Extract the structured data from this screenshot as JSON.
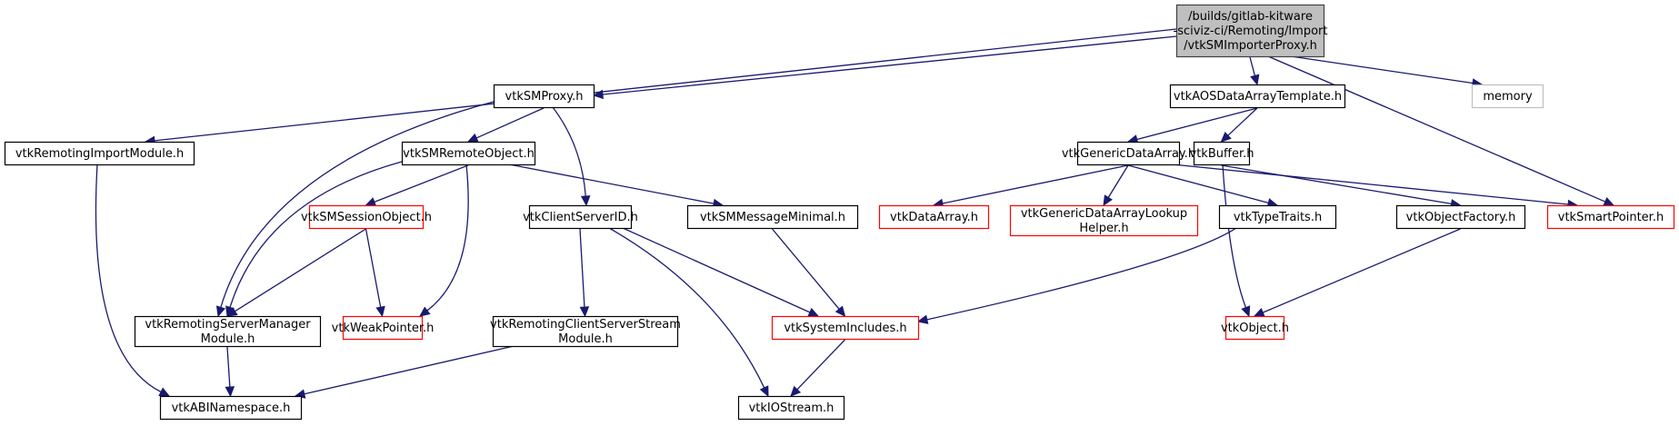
{
  "graph": {
    "type": "include-dependency-graph",
    "colors": {
      "edge": "#191970",
      "root_fill": "#bfbfbf",
      "root_border": "#404040",
      "normal_fill": "#ffffff",
      "normal_border": "#000000",
      "external_border": "#bfbfbf",
      "truncated_border": "#ff0000"
    },
    "nodes": [
      {
        "id": "root",
        "lines": [
          "/builds/gitlab-kitware",
          "-sciviz-ci/Remoting/Import",
          "/vtkSMImporterProxy.h"
        ],
        "style": "root"
      },
      {
        "id": "vtkSMProxy",
        "lines": [
          "vtkSMProxy.h"
        ],
        "style": "normal"
      },
      {
        "id": "vtkAOSDataArrayTemplate",
        "lines": [
          "vtkAOSDataArrayTemplate.h"
        ],
        "style": "normal"
      },
      {
        "id": "memory",
        "lines": [
          "memory"
        ],
        "style": "external"
      },
      {
        "id": "vtkRemotingImportModule",
        "lines": [
          "vtkRemotingImportModule.h"
        ],
        "style": "normal"
      },
      {
        "id": "vtkSMRemoteObject",
        "lines": [
          "vtkSMRemoteObject.h"
        ],
        "style": "normal"
      },
      {
        "id": "vtkGenericDataArray",
        "lines": [
          "vtkGenericDataArray.h"
        ],
        "style": "normal"
      },
      {
        "id": "vtkBuffer",
        "lines": [
          "vtkBuffer.h"
        ],
        "style": "normal"
      },
      {
        "id": "vtkSMSessionObject",
        "lines": [
          "vtkSMSessionObject.h"
        ],
        "style": "truncated"
      },
      {
        "id": "vtkClientServerID",
        "lines": [
          "vtkClientServerID.h"
        ],
        "style": "normal"
      },
      {
        "id": "vtkSMMessageMinimal",
        "lines": [
          "vtkSMMessageMinimal.h"
        ],
        "style": "normal"
      },
      {
        "id": "vtkDataArray",
        "lines": [
          "vtkDataArray.h"
        ],
        "style": "truncated"
      },
      {
        "id": "vtkGenericDataArrayLookupHelper",
        "lines": [
          "vtkGenericDataArrayLookup",
          "Helper.h"
        ],
        "style": "truncated"
      },
      {
        "id": "vtkTypeTraits",
        "lines": [
          "vtkTypeTraits.h"
        ],
        "style": "normal"
      },
      {
        "id": "vtkObjectFactory",
        "lines": [
          "vtkObjectFactory.h"
        ],
        "style": "normal"
      },
      {
        "id": "vtkSmartPointer",
        "lines": [
          "vtkSmartPointer.h"
        ],
        "style": "truncated"
      },
      {
        "id": "vtkRemotingServerManagerModule",
        "lines": [
          "vtkRemotingServerManager",
          "Module.h"
        ],
        "style": "normal"
      },
      {
        "id": "vtkWeakPointer",
        "lines": [
          "vtkWeakPointer.h"
        ],
        "style": "truncated"
      },
      {
        "id": "vtkRemotingClientServerStreamModule",
        "lines": [
          "vtkRemotingClientServerStream",
          "Module.h"
        ],
        "style": "normal"
      },
      {
        "id": "vtkSystemIncludes",
        "lines": [
          "vtkSystemIncludes.h"
        ],
        "style": "truncated"
      },
      {
        "id": "vtkObject",
        "lines": [
          "vtkObject.h"
        ],
        "style": "truncated"
      },
      {
        "id": "vtkABINamespace",
        "lines": [
          "vtkABINamespace.h"
        ],
        "style": "normal"
      },
      {
        "id": "vtkIOStream",
        "lines": [
          "vtkIOStream.h"
        ],
        "style": "normal"
      }
    ],
    "edges": [
      [
        "root",
        "vtkSMProxy"
      ],
      [
        "root",
        "vtkRemotingImportModule"
      ],
      [
        "root",
        "vtkAOSDataArrayTemplate"
      ],
      [
        "root",
        "vtkSmartPointer"
      ],
      [
        "root",
        "memory"
      ],
      [
        "vtkSMProxy",
        "vtkSMRemoteObject"
      ],
      [
        "vtkSMProxy",
        "vtkRemotingServerManagerModule"
      ],
      [
        "vtkSMProxy",
        "vtkClientServerID"
      ],
      [
        "vtkRemotingImportModule",
        "vtkABINamespace"
      ],
      [
        "vtkSMRemoteObject",
        "vtkSMSessionObject"
      ],
      [
        "vtkSMRemoteObject",
        "vtkRemotingServerManagerModule"
      ],
      [
        "vtkSMRemoteObject",
        "vtkWeakPointer"
      ],
      [
        "vtkSMRemoteObject",
        "vtkSMMessageMinimal"
      ],
      [
        "vtkSMSessionObject",
        "vtkRemotingServerManagerModule"
      ],
      [
        "vtkSMSessionObject",
        "vtkWeakPointer"
      ],
      [
        "vtkRemotingServerManagerModule",
        "vtkABINamespace"
      ],
      [
        "vtkClientServerID",
        "vtkRemotingClientServerStreamModule"
      ],
      [
        "vtkClientServerID",
        "vtkSystemIncludes"
      ],
      [
        "vtkClientServerID",
        "vtkIOStream"
      ],
      [
        "vtkSMMessageMinimal",
        "vtkSystemIncludes"
      ],
      [
        "vtkRemotingClientServerStreamModule",
        "vtkABINamespace"
      ],
      [
        "vtkSystemIncludes",
        "vtkIOStream"
      ],
      [
        "vtkAOSDataArrayTemplate",
        "vtkGenericDataArray"
      ],
      [
        "vtkAOSDataArrayTemplate",
        "vtkBuffer"
      ],
      [
        "vtkGenericDataArray",
        "vtkDataArray"
      ],
      [
        "vtkGenericDataArray",
        "vtkGenericDataArrayLookupHelper"
      ],
      [
        "vtkGenericDataArray",
        "vtkTypeTraits"
      ],
      [
        "vtkGenericDataArray",
        "vtkSmartPointer"
      ],
      [
        "vtkTypeTraits",
        "vtkSystemIncludes"
      ],
      [
        "vtkBuffer",
        "vtkObjectFactory"
      ],
      [
        "vtkBuffer",
        "vtkObject"
      ],
      [
        "vtkObjectFactory",
        "vtkObject"
      ]
    ]
  }
}
